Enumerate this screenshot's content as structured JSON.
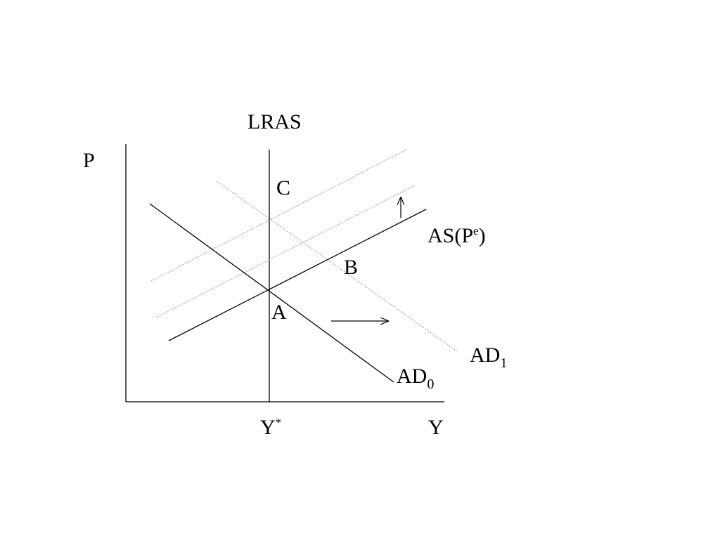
{
  "diagram": {
    "labels": {
      "lras": "LRAS",
      "p_axis": "P",
      "y_axis": "Y",
      "y_star_base": "Y",
      "y_star_sup": "*",
      "as_prefix": "AS(P",
      "as_sup": "e",
      "as_suffix": ")",
      "ad0_base": "AD",
      "ad0_sub": "0",
      "ad1_base": "AD",
      "ad1_sub": "1",
      "point_a": "A",
      "point_b": "B",
      "point_c": "C"
    },
    "colors": {
      "solid_line": "#000000",
      "dotted_line": "#999999",
      "background": "#ffffff"
    }
  }
}
